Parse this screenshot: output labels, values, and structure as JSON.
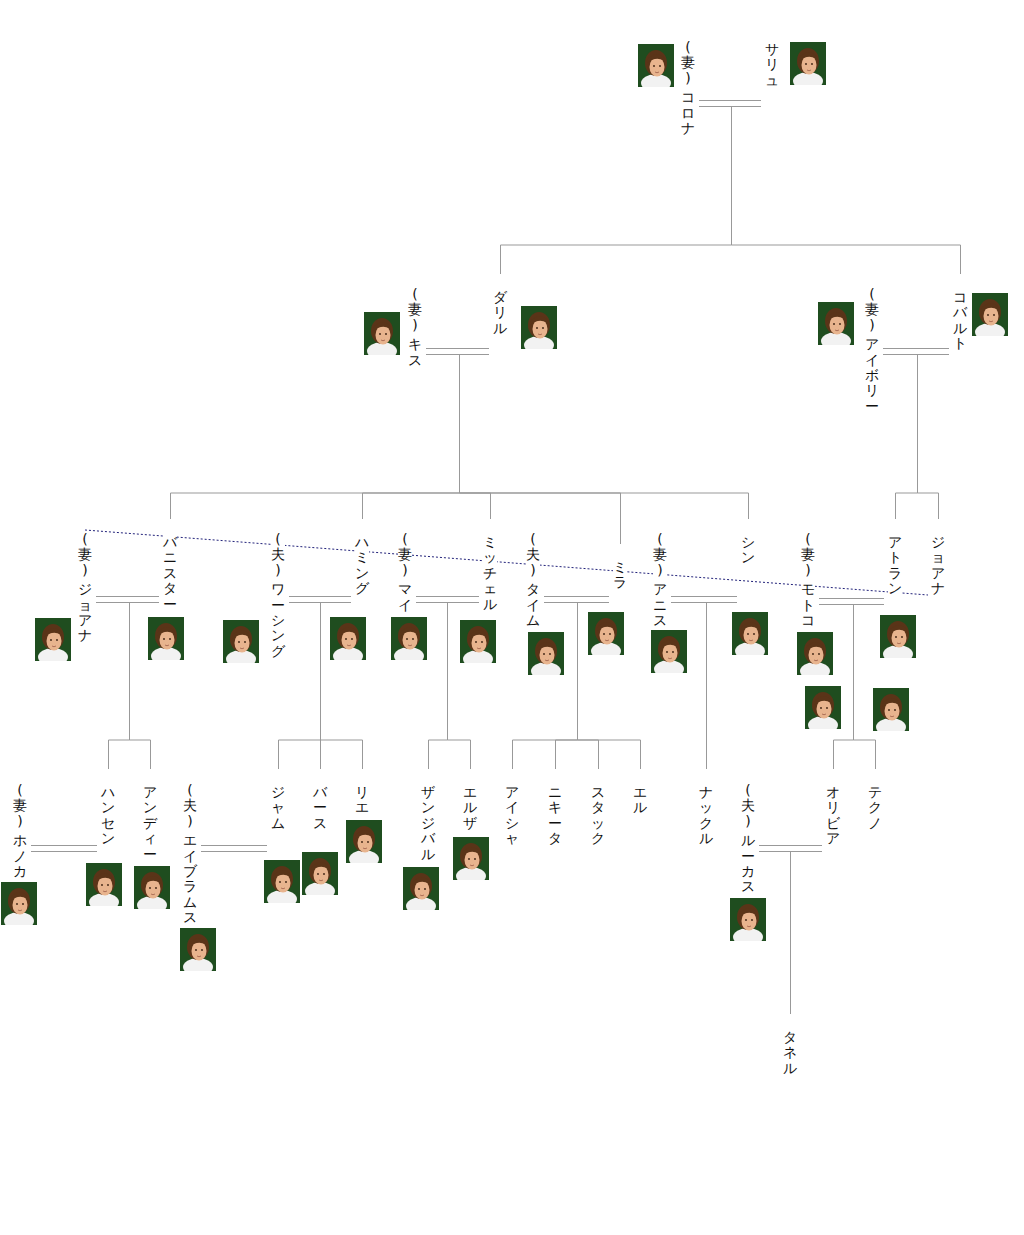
{
  "diagram": {
    "nodes": [
      {
        "text": [
          "サリュ"
        ]
      },
      {
        "text": [
          "(妻)",
          "コロナ"
        ]
      },
      {
        "text": [
          "ダリル"
        ]
      },
      {
        "text": [
          "(妻)",
          "キス"
        ]
      },
      {
        "text": [
          "コバルト"
        ]
      },
      {
        "text": [
          "(妻)",
          "アイボリー"
        ]
      },
      {
        "text": [
          "バニスター"
        ]
      },
      {
        "text": [
          "(妻)",
          "ジョアナ"
        ]
      },
      {
        "text": [
          "ハミング"
        ]
      },
      {
        "text": [
          "(夫)",
          "ワーシング"
        ]
      },
      {
        "text": [
          "ミッチェル"
        ]
      },
      {
        "text": [
          "(妻)",
          "マイ"
        ]
      },
      {
        "text": [
          "ミラ"
        ]
      },
      {
        "text": [
          "(夫)",
          "タイム"
        ]
      },
      {
        "text": [
          "シン"
        ]
      },
      {
        "text": [
          "(妻)",
          "アニス"
        ]
      },
      {
        "text": [
          "アトラン"
        ]
      },
      {
        "text": [
          "(妻)",
          "モトコ"
        ]
      },
      {
        "text": [
          "ジョアナ"
        ]
      },
      {
        "text": [
          "ハンセン"
        ]
      },
      {
        "text": [
          "(妻)",
          "ホノカ"
        ]
      },
      {
        "text": [
          "アンディー"
        ]
      },
      {
        "text": [
          "ジャム"
        ]
      },
      {
        "text": [
          "(夫)",
          "エイブラムス"
        ]
      },
      {
        "text": [
          "バース"
        ]
      },
      {
        "text": [
          "リエ"
        ]
      },
      {
        "text": [
          "ザンジバル"
        ]
      },
      {
        "text": [
          "エルザ"
        ]
      },
      {
        "text": [
          "アイシャ"
        ]
      },
      {
        "text": [
          "ニキータ"
        ]
      },
      {
        "text": [
          "スタック"
        ]
      },
      {
        "text": [
          "エル"
        ]
      },
      {
        "text": [
          "ナックル"
        ]
      },
      {
        "text": [
          "オリビア"
        ]
      },
      {
        "text": [
          "(夫)",
          "ルーカス"
        ]
      },
      {
        "text": [
          "テクノ"
        ]
      },
      {
        "text": [
          "タネル"
        ]
      }
    ],
    "edges": [
      {
        "from": 0,
        "to": 1,
        "arrow": "none"
      },
      {
        "from": 2,
        "to": 3,
        "arrow": "none"
      },
      {
        "from": 4,
        "to": 5,
        "arrow": "none"
      },
      {
        "from": 6,
        "to": 7,
        "arrow": "none"
      },
      {
        "from": 8,
        "to": 9,
        "arrow": "none"
      },
      {
        "from": 10,
        "to": 11,
        "arrow": "none"
      },
      {
        "from": 12,
        "to": 13,
        "arrow": "none"
      },
      {
        "from": 14,
        "to": 15,
        "arrow": "none"
      },
      {
        "from": 16,
        "to": 17,
        "arrow": "none"
      },
      {
        "from": 19,
        "to": 20,
        "arrow": "none"
      },
      {
        "from": 22,
        "to": 23,
        "arrow": "none"
      },
      {
        "from": 33,
        "to": 34,
        "arrow": "none"
      },
      {
        "from": 0,
        "to": 2,
        "arrow": "none"
      },
      {
        "from": 0,
        "to": 4,
        "arrow": "none"
      },
      {
        "from": 2,
        "to": 6,
        "arrow": "none"
      },
      {
        "from": 2,
        "to": 8,
        "arrow": "none"
      },
      {
        "from": 2,
        "to": 10,
        "arrow": "none"
      },
      {
        "from": 2,
        "to": 12,
        "arrow": "none"
      },
      {
        "from": 2,
        "to": 14,
        "arrow": "none"
      },
      {
        "from": 4,
        "to": 16,
        "arrow": "none"
      },
      {
        "from": 4,
        "to": 18,
        "arrow": "none"
      },
      {
        "from": 6,
        "to": 19,
        "arrow": "none"
      },
      {
        "from": 6,
        "to": 21,
        "arrow": "none"
      },
      {
        "from": 8,
        "to": 22,
        "arrow": "none"
      },
      {
        "from": 8,
        "to": 24,
        "arrow": "none"
      },
      {
        "from": 8,
        "to": 25,
        "arrow": "none"
      },
      {
        "from": 10,
        "to": 26,
        "arrow": "none"
      },
      {
        "from": 10,
        "to": 27,
        "arrow": "none"
      },
      {
        "from": 12,
        "to": 28,
        "arrow": "none"
      },
      {
        "from": 12,
        "to": 29,
        "arrow": "none"
      },
      {
        "from": 12,
        "to": 30,
        "arrow": "none"
      },
      {
        "from": 12,
        "to": 31,
        "arrow": "none"
      },
      {
        "from": 14,
        "to": 32,
        "arrow": "none"
      },
      {
        "from": 16,
        "to": 33,
        "arrow": "none"
      },
      {
        "from": 16,
        "to": 35,
        "arrow": "none"
      },
      {
        "from": 33,
        "to": 36,
        "arrow": "none"
      },
      {
        "from": 7,
        "to": 18,
        "arrow": "none"
      }
    ]
  }
}
